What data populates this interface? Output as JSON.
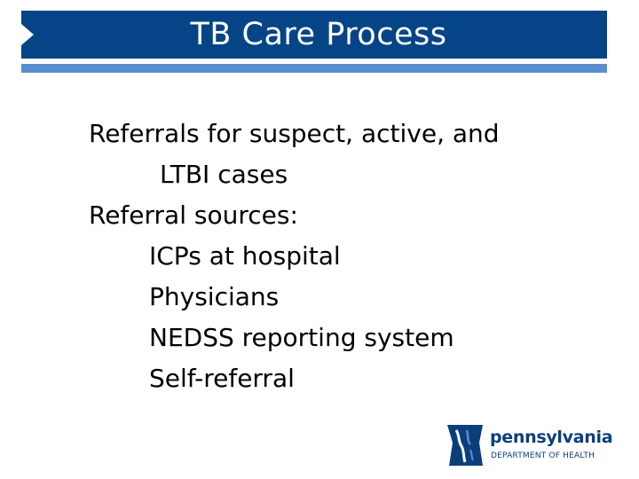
{
  "slide": {
    "title": "TB Care Process",
    "bullets": [
      {
        "level": 1,
        "text": "Referrals for suspect, active, and"
      },
      {
        "level": 1,
        "text": "LTBI cases"
      },
      {
        "level": 1,
        "text": "Referral sources:"
      },
      {
        "level": 2,
        "text": "ICPs at hospital"
      },
      {
        "level": 2,
        "text": "Physicians"
      },
      {
        "level": 2,
        "text": "NEDSS reporting system"
      },
      {
        "level": 2,
        "text": "Self-referral"
      }
    ]
  },
  "logo": {
    "name": "pennsylvania",
    "department": "DEPARTMENT OF HEALTH"
  },
  "colors": {
    "title_bar": "#054486",
    "accent_bar": "#5b8ed0",
    "logo_blue": "#0b3f7c"
  }
}
